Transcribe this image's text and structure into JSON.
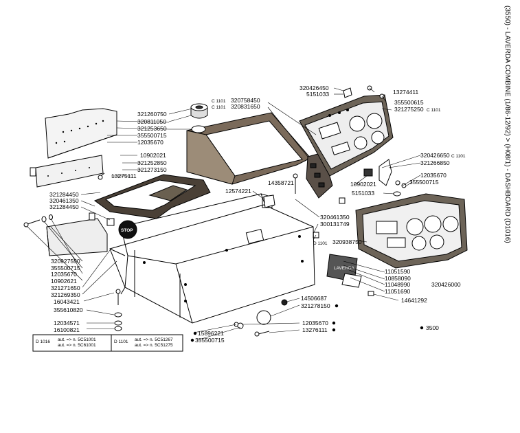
{
  "title": "(3550) - LAVERDA COMBINE (1/86-12/92) > (H08/1) - DASHBOARD (D1016)",
  "stop_sign": "STOP",
  "plate_text": "LAVERDA",
  "labels": {
    "l320426450": "320426450",
    "l5151033a": "5151033",
    "l13274411": "13274411",
    "l355500615": "355500615",
    "l321275250": "321275250",
    "c1101a": "C 1101",
    "c1101b": "C 1101",
    "c1101c": "C 1101",
    "l320758450": "320758450",
    "l320831650": "320831650",
    "l321260750": "321260750",
    "l320811050": "320811050",
    "l321253650": "321253650",
    "l355500715a": "355500715",
    "l12035670a": "12035670",
    "l10902021a": "10902021",
    "l321252850": "321252850",
    "l321273150": "321273150",
    "l13275111": "13275111",
    "l321284450a": "321284450",
    "l320461350a": "320461350",
    "l321284450b": "321284450",
    "l12574221": "12574221",
    "l14358721": "14358721",
    "l320426650": "320426650",
    "c1101d": "C 1101",
    "l321266850": "321266850",
    "l12035670b": "12035670",
    "l10902021b": "10902021",
    "l355500715b": "355500715",
    "l5151033b": "5151033",
    "l320461350b": "320461350",
    "l300131749": "300131749",
    "d1101a": "D 1101",
    "l320938750": "320938750",
    "l320927550": "320927550",
    "l355500715c": "355500715",
    "l12035670c": "12035670",
    "l10902621": "10902621",
    "l321271650": "321271650",
    "l321269350": "321269350",
    "l16043421": "16043421",
    "l355610820": "355610820",
    "l12034571": "12034571",
    "l16100821": "16100821",
    "l11051590": "11051590",
    "l10858090": "10858090",
    "l11048990": "11048990",
    "l320426000": "320426000",
    "l11051690": "11051690",
    "l14641292": "14641292",
    "l14506687": "14506687",
    "l321278150": "321278150",
    "l12035670d": "12035670",
    "l13276111": "13276111",
    "l15896221": "15896221",
    "l355500715d": "355500715",
    "l3500": "3500"
  },
  "legend": {
    "d1016": "D 1016",
    "d1016_aut1": "aut. => n. 5C51001",
    "d1016_aut2": "aut. => n. 5C61001",
    "d1101": "D 1101",
    "d1101_aut1": "aut. => n. 5C51267",
    "d1101_aut2": "aut. => n. 5C51275"
  }
}
